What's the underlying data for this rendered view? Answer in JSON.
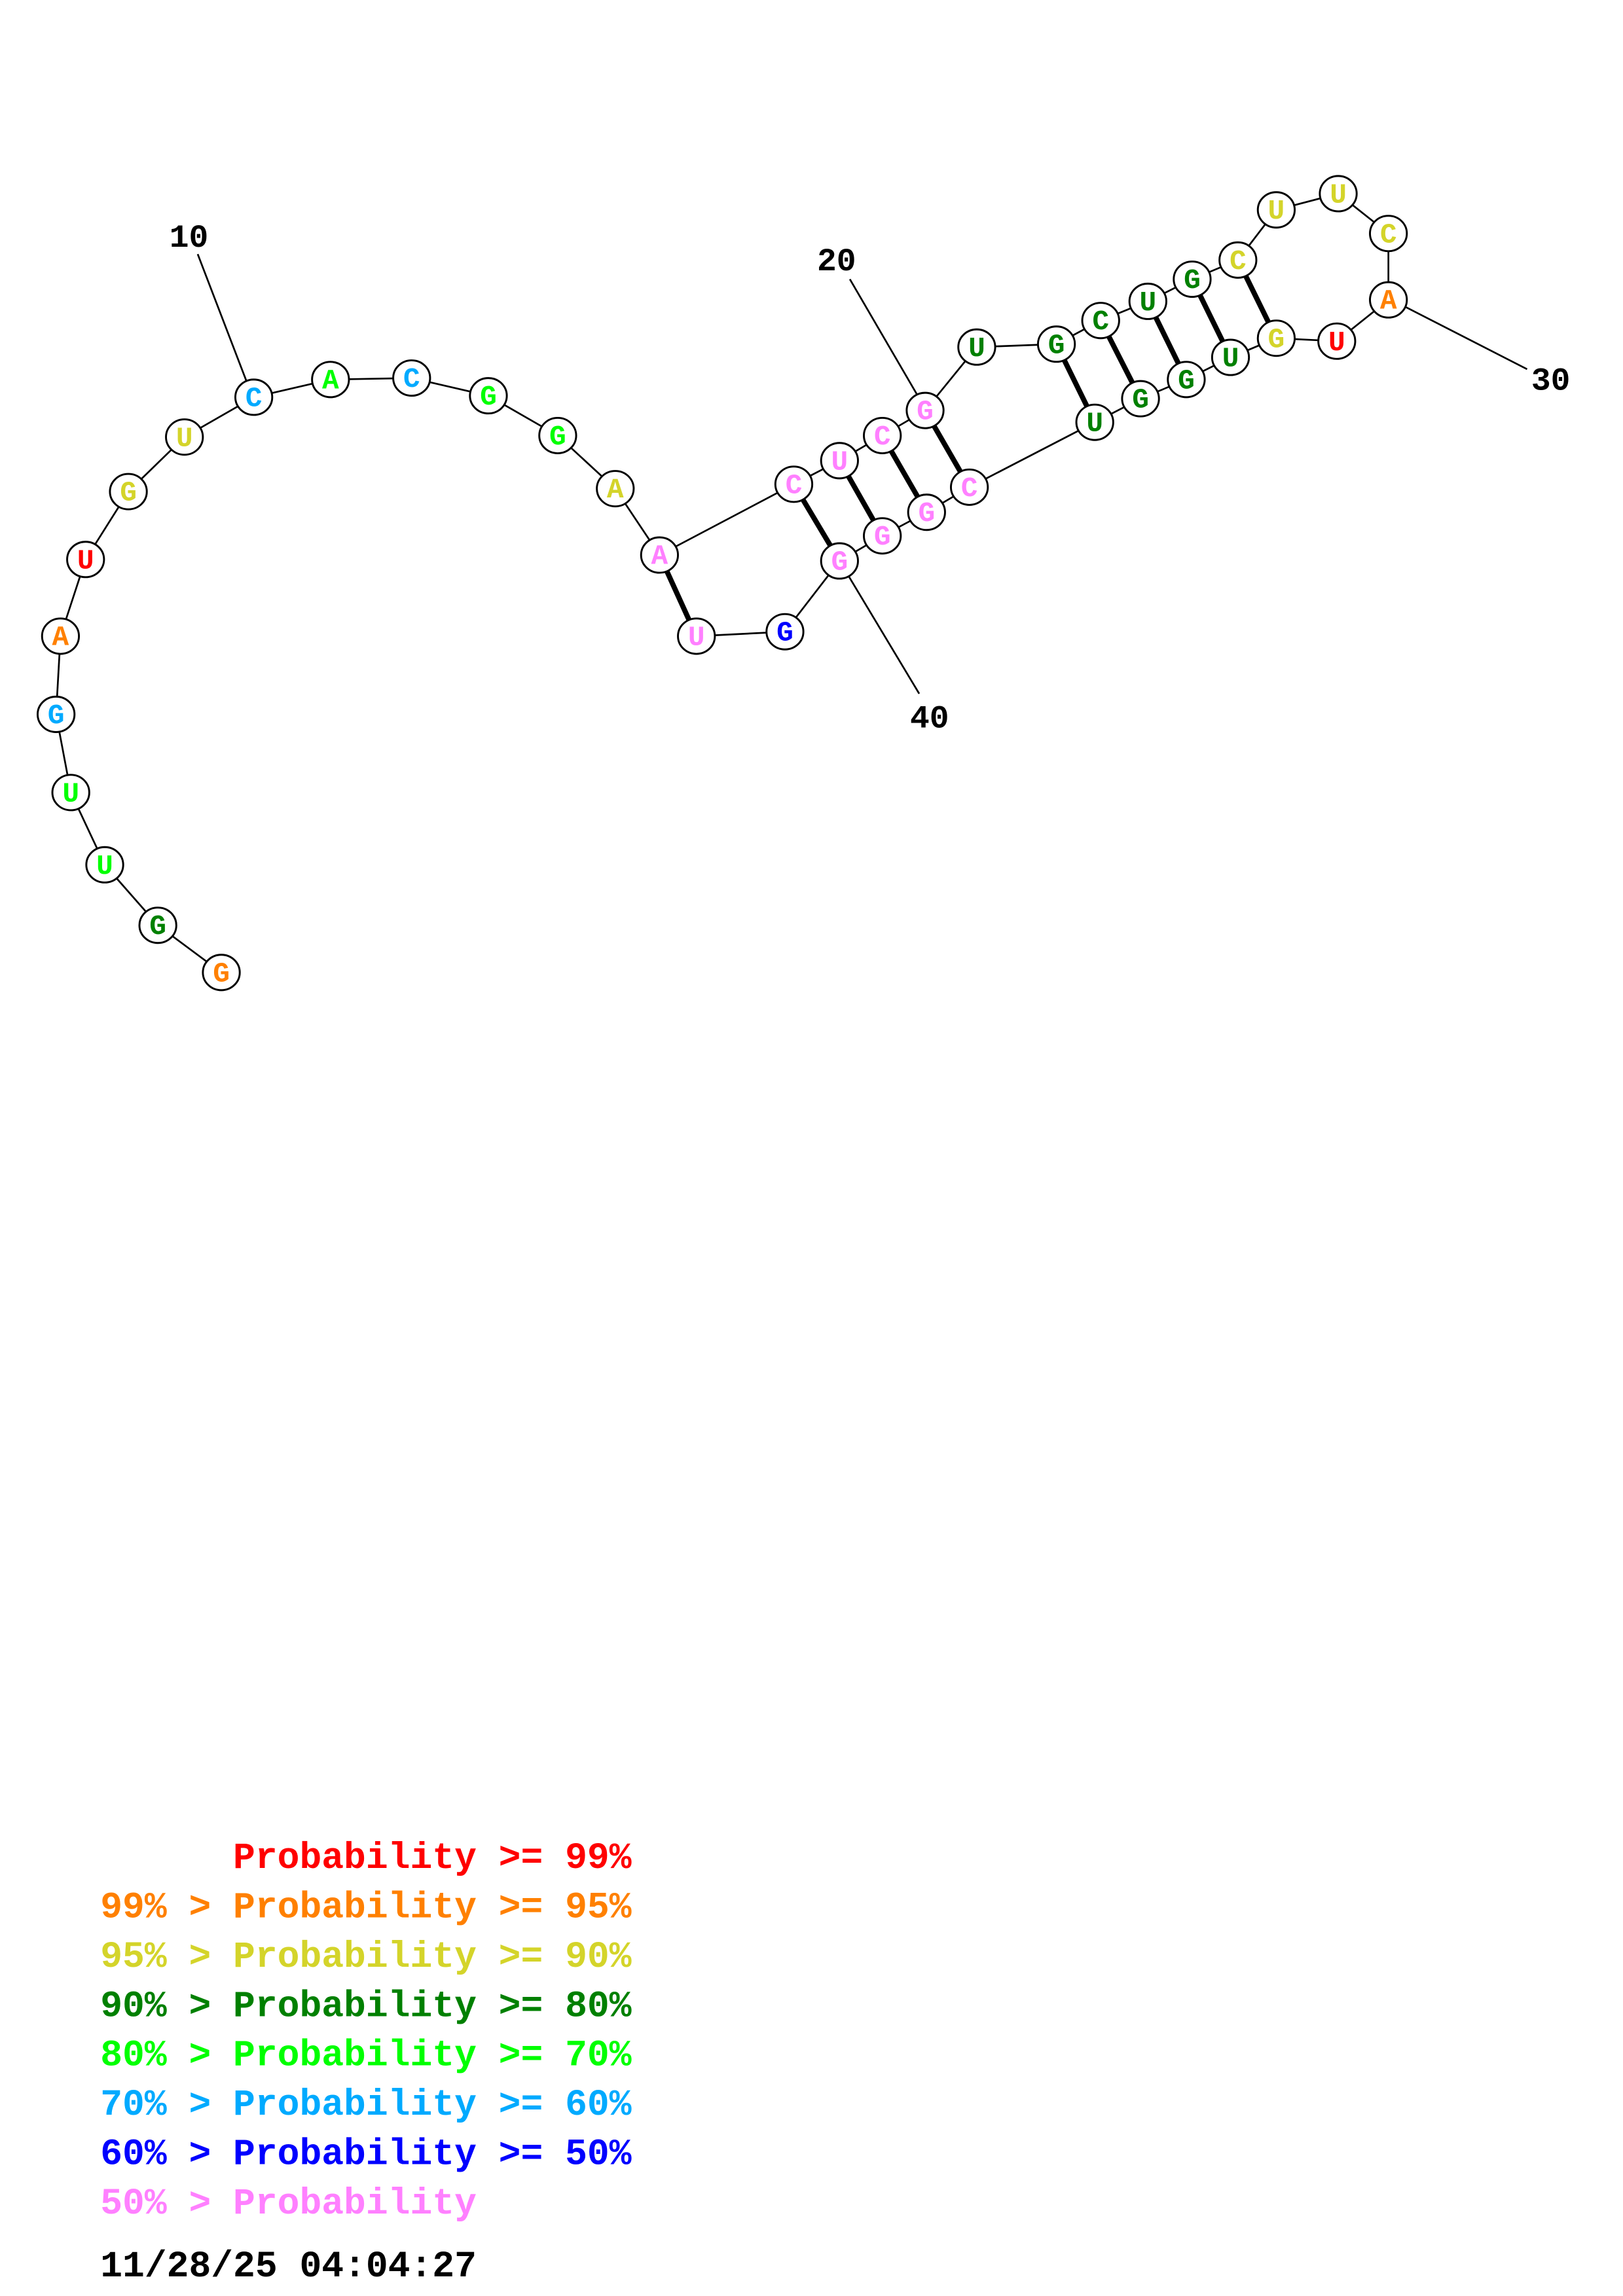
{
  "bin_colors": [
    "#ff0000",
    "#ff8000",
    "#d4d42a",
    "#008000",
    "#00ff00",
    "#00aaff",
    "#0000ff",
    "#ff80ff"
  ],
  "sequence": [
    {
      "base": "G",
      "bin": 1
    },
    {
      "base": "G",
      "bin": 3
    },
    {
      "base": "U",
      "bin": 4
    },
    {
      "base": "U",
      "bin": 4
    },
    {
      "base": "G",
      "bin": 5
    },
    {
      "base": "A",
      "bin": 1
    },
    {
      "base": "U",
      "bin": 0
    },
    {
      "base": "G",
      "bin": 2
    },
    {
      "base": "U",
      "bin": 2
    },
    {
      "base": "C",
      "bin": 5
    },
    {
      "base": "A",
      "bin": 4
    },
    {
      "base": "C",
      "bin": 5
    },
    {
      "base": "G",
      "bin": 4
    },
    {
      "base": "G",
      "bin": 4
    },
    {
      "base": "A",
      "bin": 2
    },
    {
      "base": "A",
      "bin": 7
    },
    {
      "base": "C",
      "bin": 7
    },
    {
      "base": "U",
      "bin": 7
    },
    {
      "base": "C",
      "bin": 7
    },
    {
      "base": "G",
      "bin": 7
    },
    {
      "base": "U",
      "bin": 3
    },
    {
      "base": "G",
      "bin": 3
    },
    {
      "base": "C",
      "bin": 3
    },
    {
      "base": "U",
      "bin": 3
    },
    {
      "base": "G",
      "bin": 3
    },
    {
      "base": "C",
      "bin": 2
    },
    {
      "base": "U",
      "bin": 2
    },
    {
      "base": "U",
      "bin": 2
    },
    {
      "base": "C",
      "bin": 2
    },
    {
      "base": "A",
      "bin": 1
    },
    {
      "base": "U",
      "bin": 0
    },
    {
      "base": "G",
      "bin": 2
    },
    {
      "base": "U",
      "bin": 3
    },
    {
      "base": "G",
      "bin": 3
    },
    {
      "base": "G",
      "bin": 3
    },
    {
      "base": "U",
      "bin": 3
    },
    {
      "base": "C",
      "bin": 7
    },
    {
      "base": "G",
      "bin": 7
    },
    {
      "base": "G",
      "bin": 7
    },
    {
      "base": "G",
      "bin": 7
    },
    {
      "base": "G",
      "bin": 6
    },
    {
      "base": "U",
      "bin": 7
    }
  ],
  "pairs": [
    [
      16,
      42
    ],
    [
      17,
      40
    ],
    [
      18,
      39
    ],
    [
      19,
      38
    ],
    [
      20,
      37
    ],
    [
      22,
      36
    ],
    [
      23,
      35
    ],
    [
      24,
      34
    ],
    [
      25,
      33
    ],
    [
      26,
      32
    ]
  ],
  "ticks": {
    "t10": "10",
    "t20": "20",
    "t30": "30",
    "t40": "40"
  },
  "legend": [
    {
      "text": "      Probability >= 99%",
      "bin": 0
    },
    {
      "text": "99% > Probability >= 95%",
      "bin": 1
    },
    {
      "text": "95% > Probability >= 90%",
      "bin": 2
    },
    {
      "text": "90% > Probability >= 80%",
      "bin": 3
    },
    {
      "text": "80% > Probability >= 70%",
      "bin": 4
    },
    {
      "text": "70% > Probability >= 60%",
      "bin": 5
    },
    {
      "text": "60% > Probability >= 50%",
      "bin": 6
    },
    {
      "text": "50% > Probability",
      "bin": 7
    }
  ],
  "timestamp": "11/28/25 04:04:27"
}
